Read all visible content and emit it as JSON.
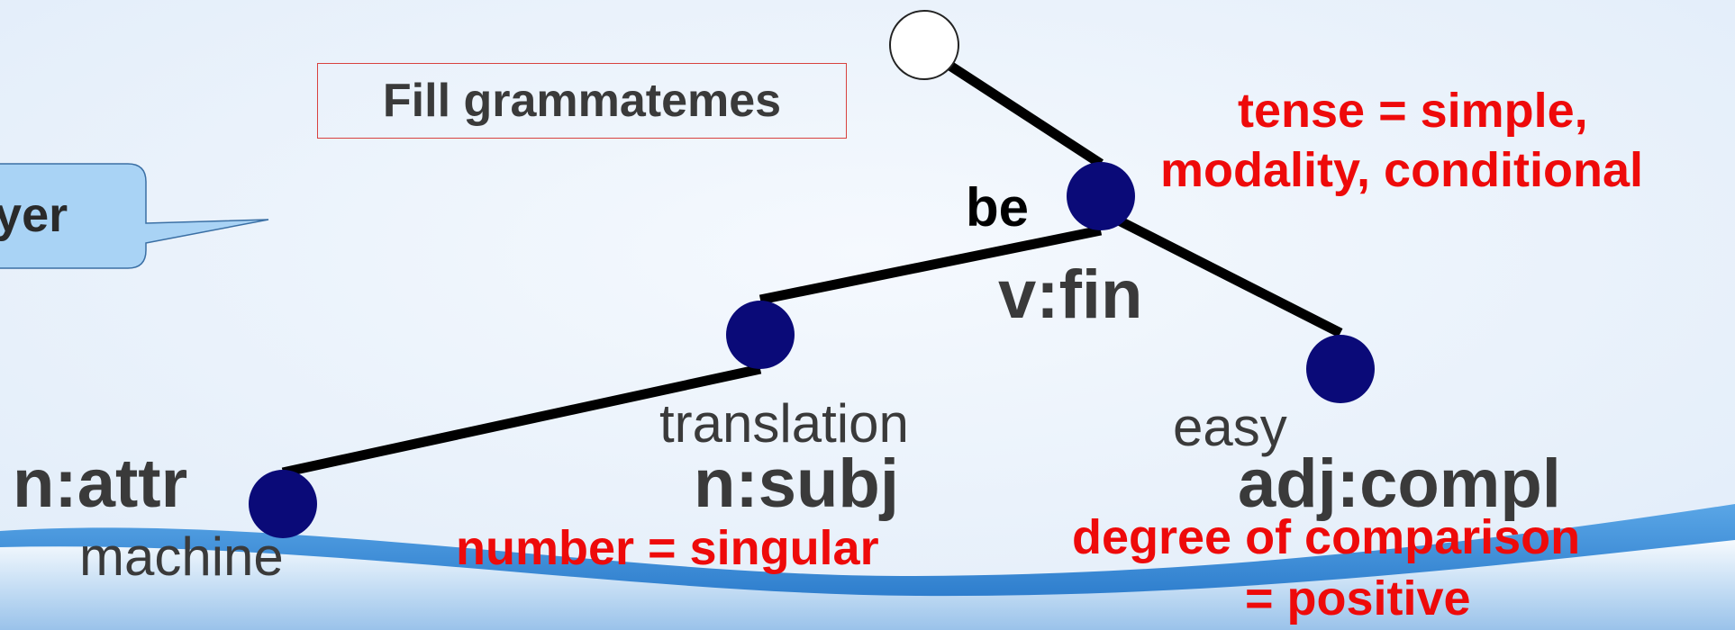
{
  "colors": {
    "background": "#e9f1fb",
    "node_fill": "#0a0a78",
    "root_fill": "#ffffff",
    "edge": "#000000",
    "lemma_text": "#3a3a3a",
    "grammateme_text": "#ee0a0a",
    "title_border": "#d8423f",
    "callout_fill": "#a9d3f5"
  },
  "title": "Fill grammatemes",
  "callout": {
    "text": "ayer"
  },
  "tree": {
    "root": {},
    "nodes": [
      {
        "id": "be",
        "lemma": "be",
        "functor": "v:fin",
        "grammatemes": [
          "tense = simple,",
          "modality, conditional"
        ]
      },
      {
        "id": "translation",
        "lemma": "translation",
        "functor": "n:subj",
        "grammatemes": [
          "number = singular"
        ]
      },
      {
        "id": "easy",
        "lemma": "easy",
        "functor": "adj:compl",
        "grammatemes": [
          "degree of comparison",
          "= positive"
        ]
      },
      {
        "id": "machine",
        "lemma": "machine",
        "functor": "n:attr",
        "grammatemes": []
      }
    ],
    "edges": [
      {
        "from": "root",
        "to": "be"
      },
      {
        "from": "be",
        "to": "translation"
      },
      {
        "from": "be",
        "to": "easy"
      },
      {
        "from": "translation",
        "to": "machine"
      }
    ]
  }
}
